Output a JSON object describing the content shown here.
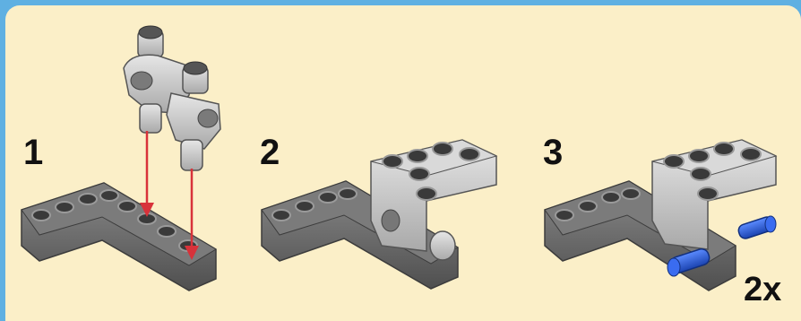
{
  "steps": [
    {
      "number": "1"
    },
    {
      "number": "2"
    },
    {
      "number": "3",
      "quantity": "2x"
    }
  ],
  "colors": {
    "background_frame": "#5fb0e2",
    "panel": "#fbefc8",
    "dark_beam": "#6e6e6e",
    "light_part": "#c8c8c8",
    "blue_pin": "#2a5fd6",
    "arrow": "#d8323a"
  },
  "icons": [
    "l-beam-piece",
    "t-connector-piece",
    "blue-axle-pin",
    "insertion-arrow"
  ]
}
